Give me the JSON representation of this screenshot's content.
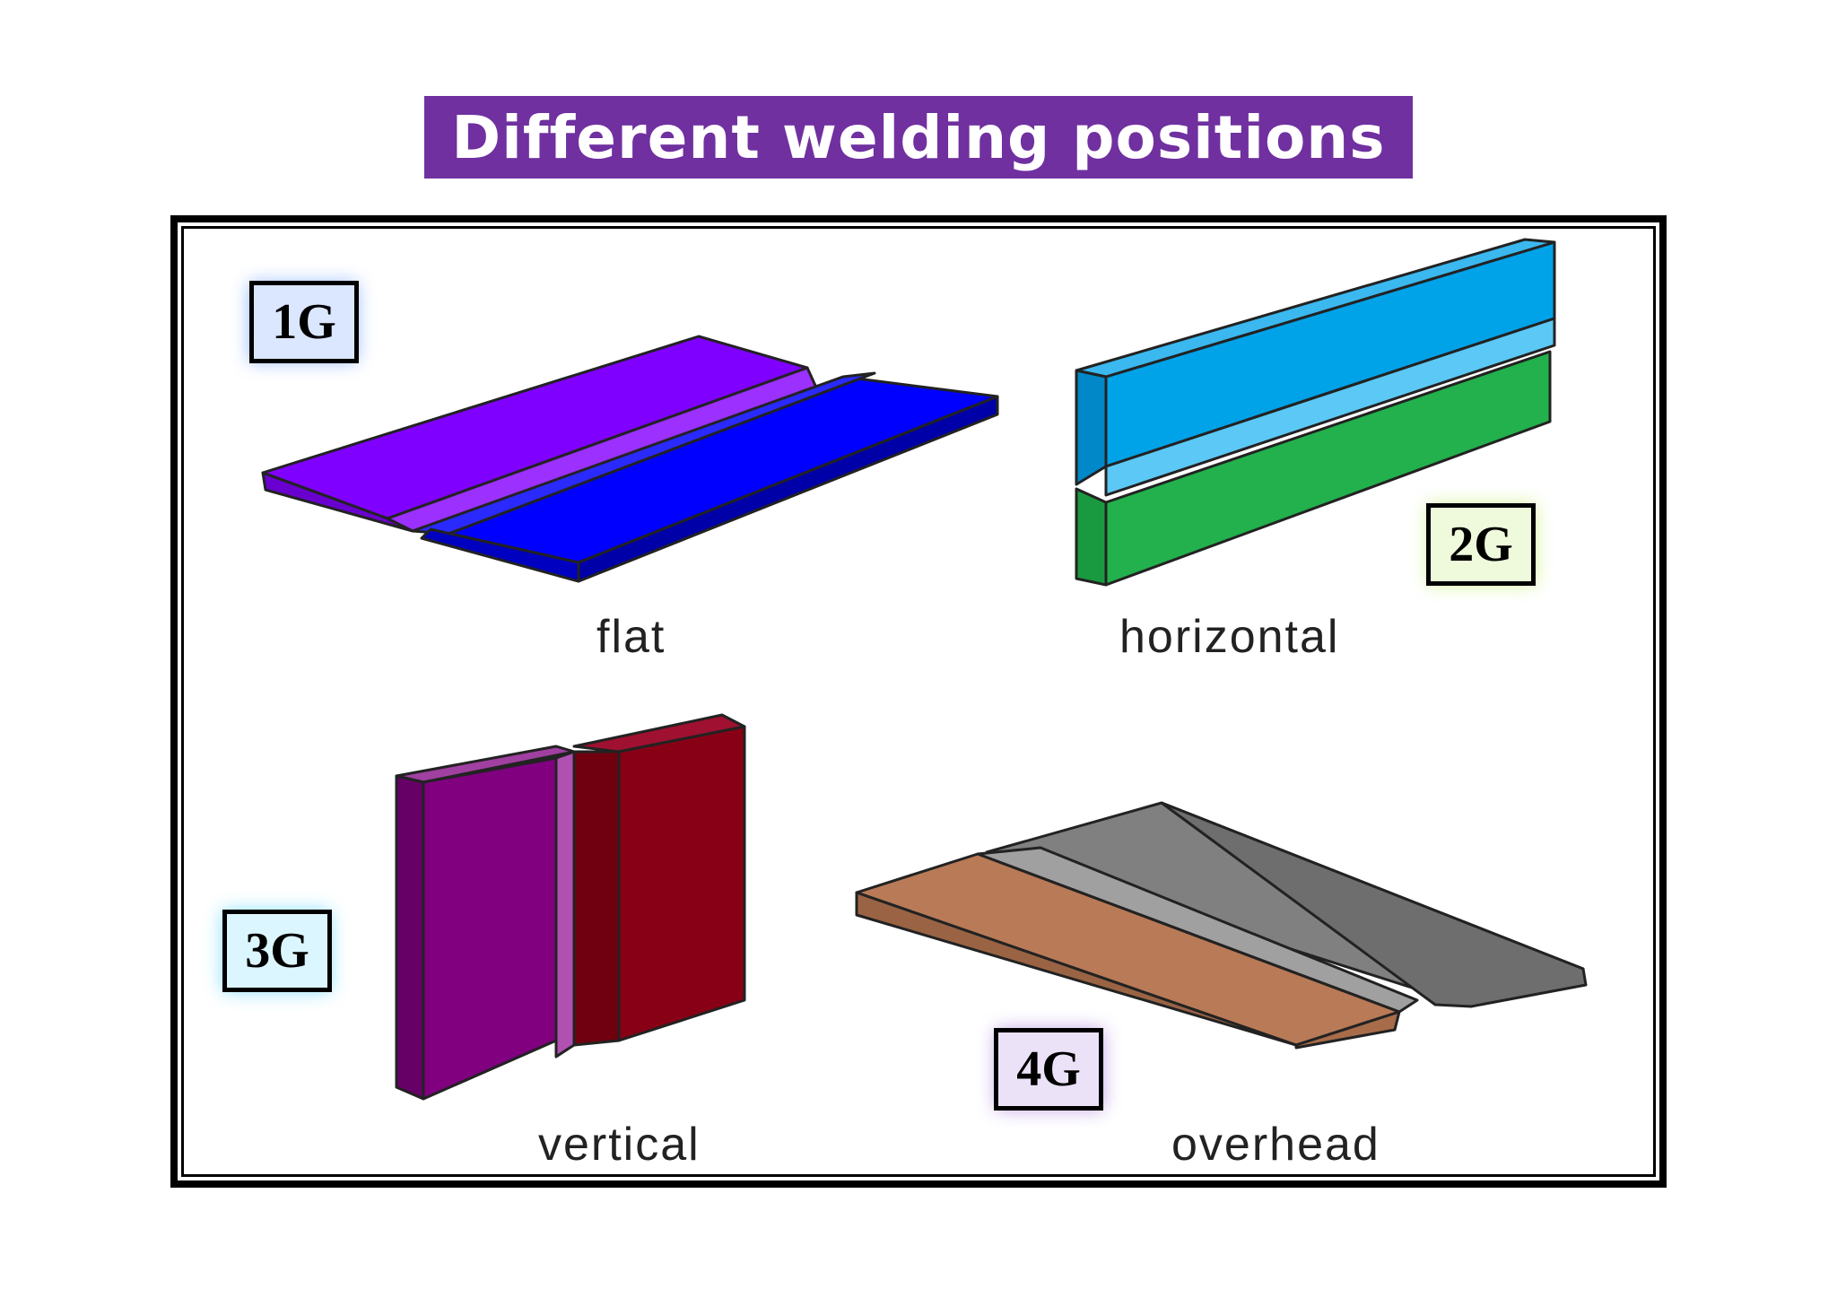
{
  "title": "Different welding positions",
  "positions": [
    {
      "code": "1G",
      "caption": "flat",
      "plate_a_color": "#8000ff",
      "plate_b_color": "#0000ff",
      "glow": "#6a9cff"
    },
    {
      "code": "2G",
      "caption": "horizontal",
      "plate_a_color": "#00a2e8",
      "plate_b_color": "#22b14c",
      "glow": "#c8f07a"
    },
    {
      "code": "3G",
      "caption": "vertical",
      "plate_a_color": "#800080",
      "plate_b_color": "#880015",
      "glow": "#66d9ff"
    },
    {
      "code": "4G",
      "caption": "overhead",
      "plate_a_color": "#b97a57",
      "plate_b_color": "#808080",
      "glow": "#b48be0"
    }
  ],
  "colors": {
    "title_bg": "#7030a0",
    "frame": "#000000"
  }
}
